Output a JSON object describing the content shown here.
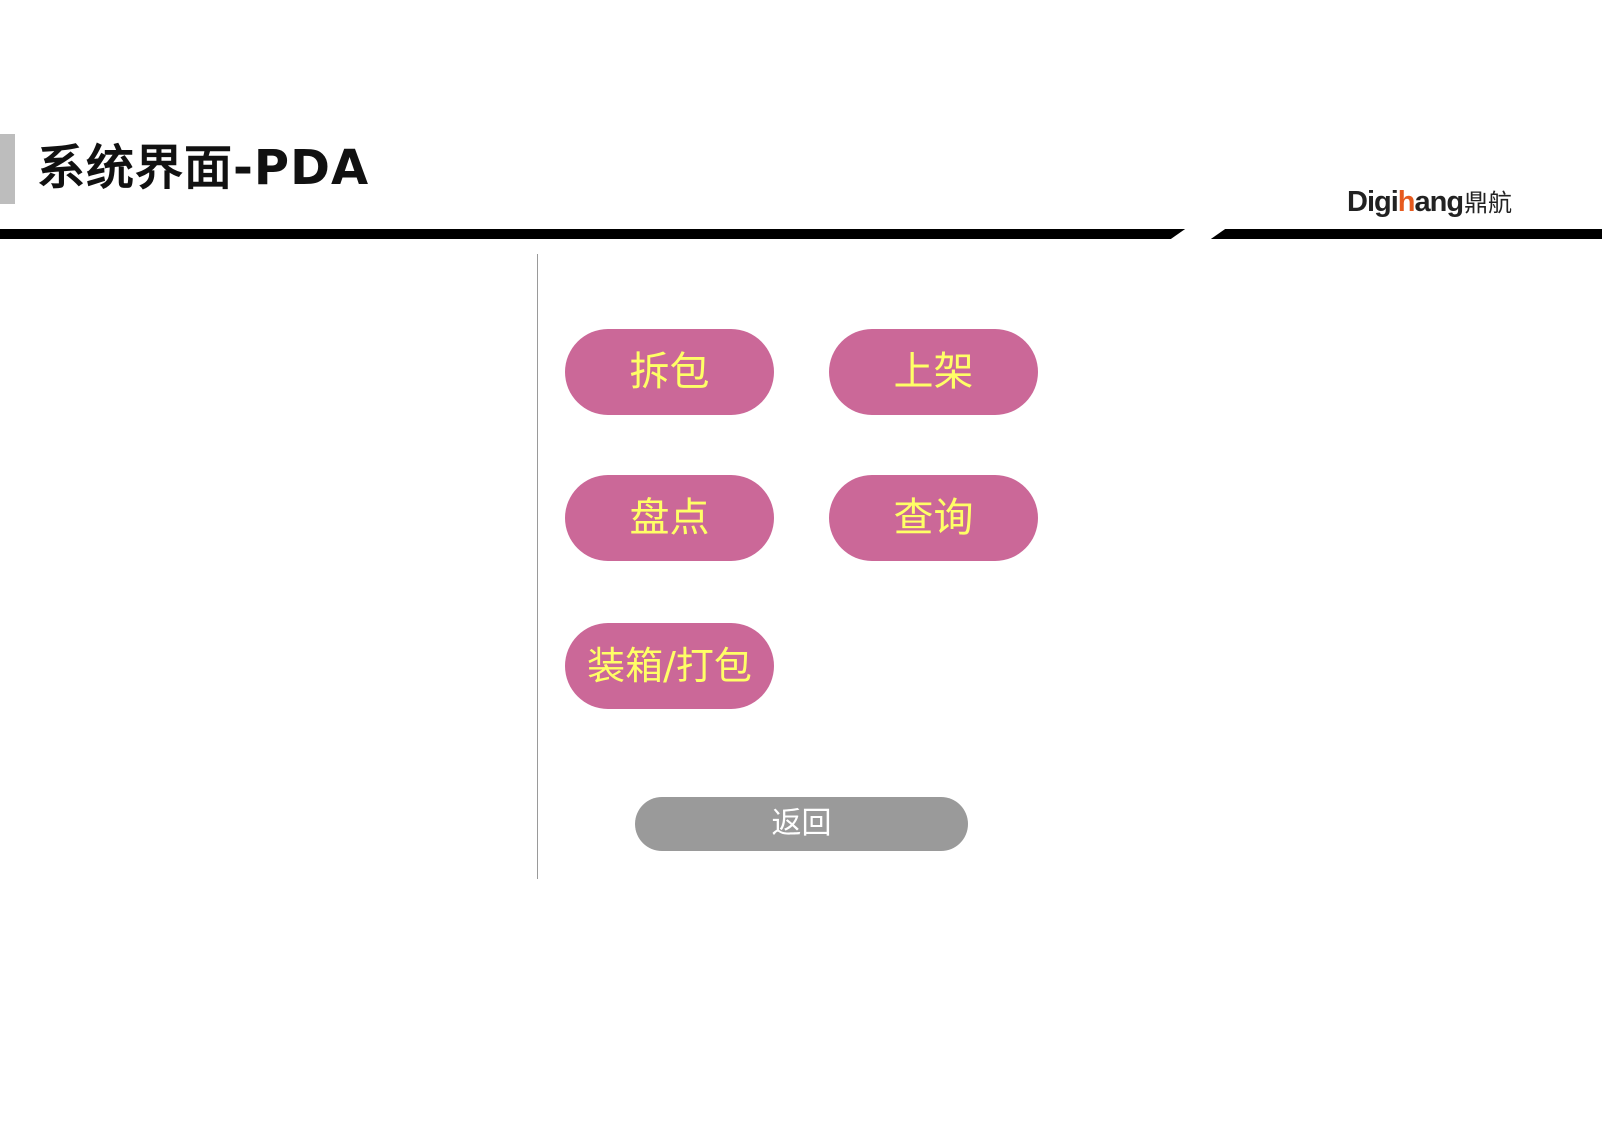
{
  "header": {
    "title": "系统界面-PDA",
    "logo": {
      "en_prefix": "Digi",
      "en_accent": "h",
      "en_suffix": "ang",
      "cn": "鼎航",
      "accent_color": "#e65a1e"
    }
  },
  "menu": {
    "buttons": [
      {
        "label": "拆包"
      },
      {
        "label": "上架"
      },
      {
        "label": "盘点"
      },
      {
        "label": "查询"
      },
      {
        "label": "装箱/打包"
      }
    ],
    "back_label": "返回",
    "button_color": "#cb6898",
    "button_text_color": "#ffff66",
    "back_color": "#9a9a9a"
  }
}
